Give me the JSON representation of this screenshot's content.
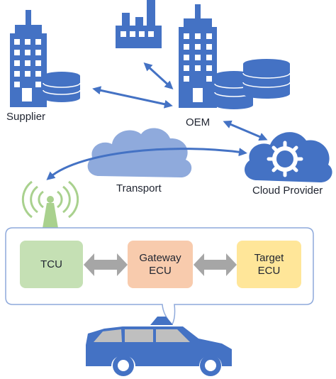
{
  "labels": {
    "supplier": "Supplier",
    "oem": "OEM",
    "transport": "Transport",
    "cloud_provider": "Cloud Provider"
  },
  "ecus": {
    "tcu": "TCU",
    "gateway": "Gateway\nECU",
    "target": "Target\nECU"
  },
  "colors": {
    "blue": "#4472c4",
    "light_blue": "#7f9fd6",
    "green": "#a9d18e",
    "green_fill": "#c5e0b4",
    "orange_fill": "#f8cbad",
    "yellow_fill": "#ffe699",
    "gray_arrow": "#a6a6a6",
    "panel_border": "#8ea9db"
  },
  "icons": {
    "factory": "factory-icon",
    "supplier_building": "supplier-building-icon",
    "oem_building": "oem-building-icon",
    "database": "database-icon",
    "cloud": "cloud-icon",
    "gear": "gear-icon",
    "antenna": "antenna-icon",
    "car": "car-icon"
  }
}
